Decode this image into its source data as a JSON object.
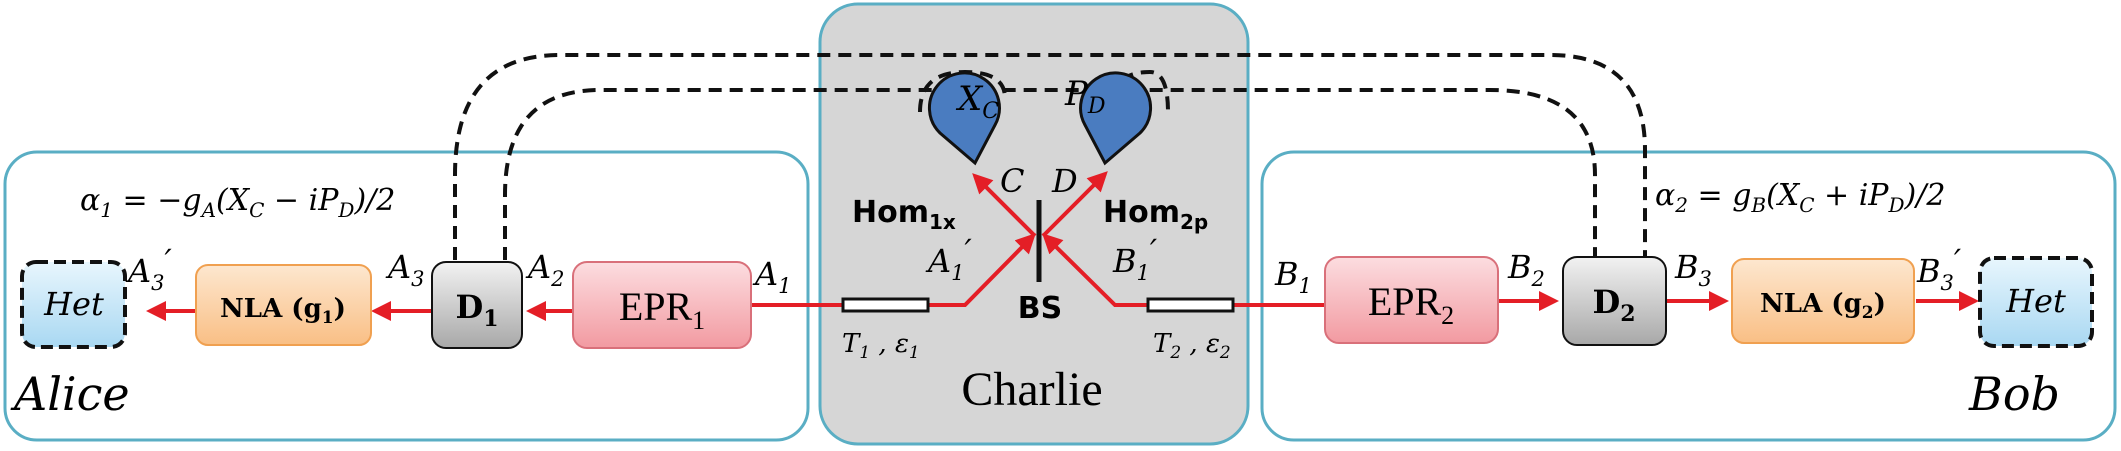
{
  "regions": {
    "alice": "Alice",
    "charlie": "Charlie",
    "bob": "Bob"
  },
  "alice": {
    "formula_alpha": "α",
    "formula_alpha_sub": "1",
    "formula_rest": " = −g",
    "formula_gsub": "A",
    "formula_tail": "(X",
    "formula_c": "C",
    "formula_mid": " − iP",
    "formula_d": "D",
    "formula_end": ")/2",
    "het": "Het",
    "nla": "NLA (g",
    "nla_sub": "1",
    "nla_end": ")",
    "detector": "D",
    "detector_sub": "1",
    "epr": "EPR",
    "epr_sub": "1"
  },
  "bob": {
    "formula_alpha": "α",
    "formula_alpha_sub": "2",
    "formula_rest": " = g",
    "formula_gsub": "B",
    "formula_tail": "(X",
    "formula_c": "C",
    "formula_mid": " + iP",
    "formula_d": "D",
    "formula_end": ")/2",
    "het": "Het",
    "nla": "NLA (g",
    "nla_sub": "2",
    "nla_end": ")",
    "detector": "D",
    "detector_sub": "2",
    "epr": "EPR",
    "epr_sub": "2"
  },
  "mode_labels": {
    "a3p": "A",
    "a3p_sub": "3",
    "a3p_prime": "′",
    "a3": "A",
    "a3_sub": "3",
    "a2": "A",
    "a2_sub": "2",
    "a1": "A",
    "a1_sub": "1",
    "a1p": "A",
    "a1p_sub": "1",
    "a1p_prime": "′",
    "b1p": "B",
    "b1p_sub": "1",
    "b1p_prime": "′",
    "b1": "B",
    "b1_sub": "1",
    "b2": "B",
    "b2_sub": "2",
    "b3": "B",
    "b3_sub": "3",
    "b3p": "B",
    "b3p_sub": "3",
    "b3p_prime": "′"
  },
  "charlie": {
    "xc": "X",
    "xc_sub": "C",
    "pd": "P",
    "pd_sub": "D",
    "c": "C",
    "d": "D",
    "hom1": "Hom",
    "hom1_sub": "1x",
    "hom2": "Hom",
    "hom2_sub": "2p",
    "bs": "BS"
  },
  "channels": {
    "t1": "T",
    "t1_sub": "1",
    "t1_sep": " , ε",
    "e1_sub": "1",
    "t2": "T",
    "t2_sub": "2",
    "t2_sep": " , ε",
    "e2_sub": "2"
  },
  "colors": {
    "beam": "#e41e26",
    "panel_border": "#5aaec4",
    "charlie_fill": "#d6d6d6",
    "detector_blue": "#4a7cc0",
    "het_fill": "#cfe9f7",
    "nla_fill": "#fbd3a9",
    "epr_fill": "#f7b6bb",
    "d_fill": "#c8c8c8"
  }
}
